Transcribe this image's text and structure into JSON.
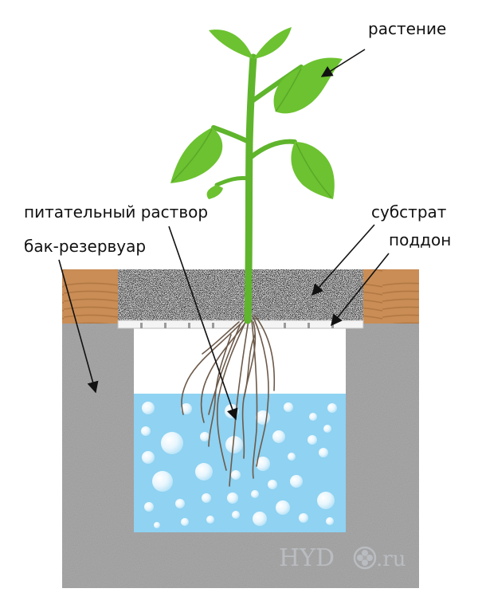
{
  "labels": {
    "plant": "растение",
    "nutrient_solution": "питательный раствор",
    "substrate": "субстрат",
    "reservoir_tank": "бак-резервуар",
    "tray": "поддон"
  },
  "watermark": {
    "name": "HYD",
    "suffix": ".ru"
  },
  "colors": {
    "leaf": "#6cc230",
    "stem": "#5fb52c",
    "water": "#8fd2f2",
    "concrete": "#a9a9a9",
    "wood": "#c58a52",
    "substrate": "#c9c9c9",
    "root": "#6d5a4a",
    "arrow": "#111111"
  }
}
